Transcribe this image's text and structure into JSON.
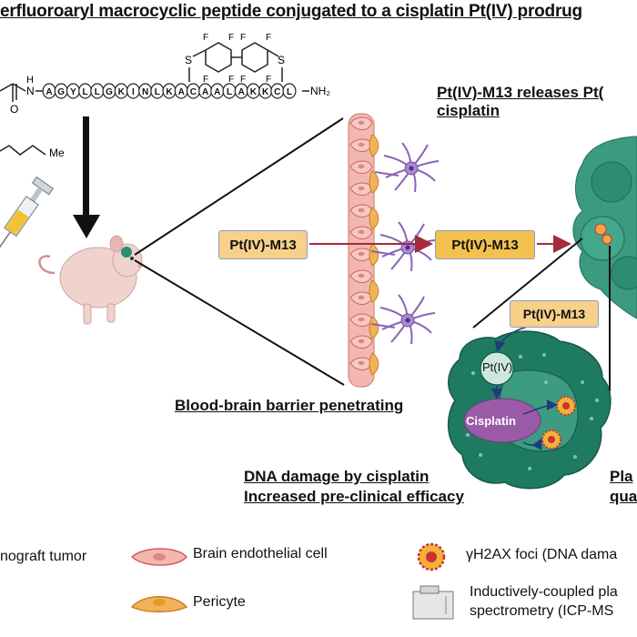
{
  "title": "erfluoroaryl macrocyclic peptide conjugated to a cisplatin Pt(IV) prodrug",
  "peptide": {
    "sequence": [
      "A",
      "G",
      "Y",
      "L",
      "L",
      "G",
      "K",
      "I",
      "N",
      "L",
      "K",
      "A",
      "C",
      "A",
      "A",
      "L",
      "A",
      "K",
      "K",
      "C",
      "L"
    ],
    "nh_label": "H",
    "n_label": "N",
    "o_label": "O",
    "c_terminus": "NH₂",
    "s_label": "S",
    "f_label": "F",
    "me_label": "Me"
  },
  "labels": {
    "pt_m13": "Pt(IV)-M13",
    "pt_iv": "Pt(IV)",
    "cisplatin": "Cisplatin",
    "releases_line1": "Pt(IV)-M13 releases Pt(",
    "releases_line2": "cisplatin",
    "bbb": "Blood-brain barrier penetrating",
    "dna_line1": "DNA damage by cisplatin",
    "dna_line2": "Increased pre-clinical efficacy",
    "pla_line1": "Pla",
    "pla_line2": "qua"
  },
  "legend": {
    "tumor": "nograft tumor",
    "endothelial": "Brain endothelial cell",
    "pericyte": "Pericyte",
    "foci": "γH2AX foci (DNA dama",
    "icp_line1": "Inductively-coupled pla",
    "icp_line2": "spectrometry (ICP-MS"
  },
  "icons": [
    "syringe-icon",
    "mouse-icon",
    "endothelial-cell-icon",
    "pericyte-icon",
    "neuron-icon",
    "tumor-icon",
    "foci-icon",
    "icp-ms-instrument-icon"
  ],
  "colors": {
    "box_fill": "#f7d08a",
    "box_fill_strong": "#f2c14e",
    "box_border": "#8e9bc6",
    "arrow_red": "#a52a3a",
    "tumor_green": "#2e8c72",
    "cisplatin_purple": "#9a5aa8",
    "neuron_purple": "#8a64b8",
    "endothelial_pink": "#f2b8b0",
    "pericyte_orange": "#f2b25a"
  }
}
